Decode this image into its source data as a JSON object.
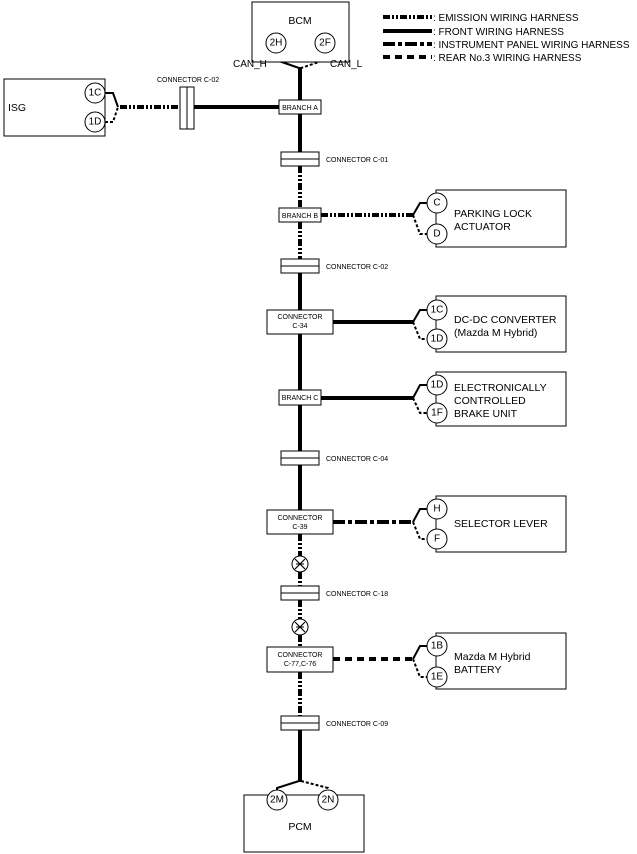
{
  "legend": [
    {
      "style": "emission",
      "label": ": EMISSION WIRING HARNESS"
    },
    {
      "style": "front",
      "label": ": FRONT WIRING HARNESS"
    },
    {
      "style": "instrument",
      "label": ": INSTRUMENT PANEL WIRING HARNESS"
    },
    {
      "style": "rear",
      "label": ": REAR No.3 WIRING HARNESS"
    }
  ],
  "bcm": {
    "name": "BCM",
    "pin_left": "2H",
    "pin_right": "2F",
    "can_h": "CAN_H",
    "can_l": "CAN_L"
  },
  "pcm": {
    "name": "PCM",
    "pin_left": "2M",
    "pin_right": "2N"
  },
  "isg": {
    "name": "ISG",
    "pin_top": "1C",
    "pin_bottom": "1D",
    "connector": "CONNECTOR C-02"
  },
  "branches": {
    "a": "BRANCH A",
    "b": "BRANCH B",
    "c": "BRANCH C",
    "c34_line1": "CONNECTOR",
    "c34_line2": "C-34",
    "c39_line1": "CONNECTOR",
    "c39_line2": "C-39",
    "c77_line1": "CONNECTOR",
    "c77_line2": "C-77,C-76"
  },
  "connectors": {
    "c01": "CONNECTOR C-01",
    "c02": "CONNECTOR C-02",
    "c04": "CONNECTOR C-04",
    "c18": "CONNECTOR C-18",
    "c09": "CONNECTOR C-09"
  },
  "devices": {
    "parking": {
      "line1": "PARKING LOCK",
      "line2": "ACTUATOR",
      "line3": "",
      "pin_top": "C",
      "pin_bottom": "D"
    },
    "dcdc": {
      "line1": "DC-DC CONVERTER",
      "line2": "(Mazda M Hybrid)",
      "line3": "",
      "pin_top": "1C",
      "pin_bottom": "1D"
    },
    "brake": {
      "line1": "ELECTRONICALLY",
      "line2": "CONTROLLED",
      "line3": "BRAKE UNIT",
      "pin_top": "1D",
      "pin_bottom": "1F"
    },
    "selector": {
      "line1": "SELECTOR LEVER",
      "line2": "",
      "line3": "",
      "pin_top": "H",
      "pin_bottom": "F"
    },
    "battery": {
      "line1": "Mazda M Hybrid",
      "line2": "BATTERY",
      "line3": "",
      "pin_top": "1B",
      "pin_bottom": "1E"
    }
  }
}
